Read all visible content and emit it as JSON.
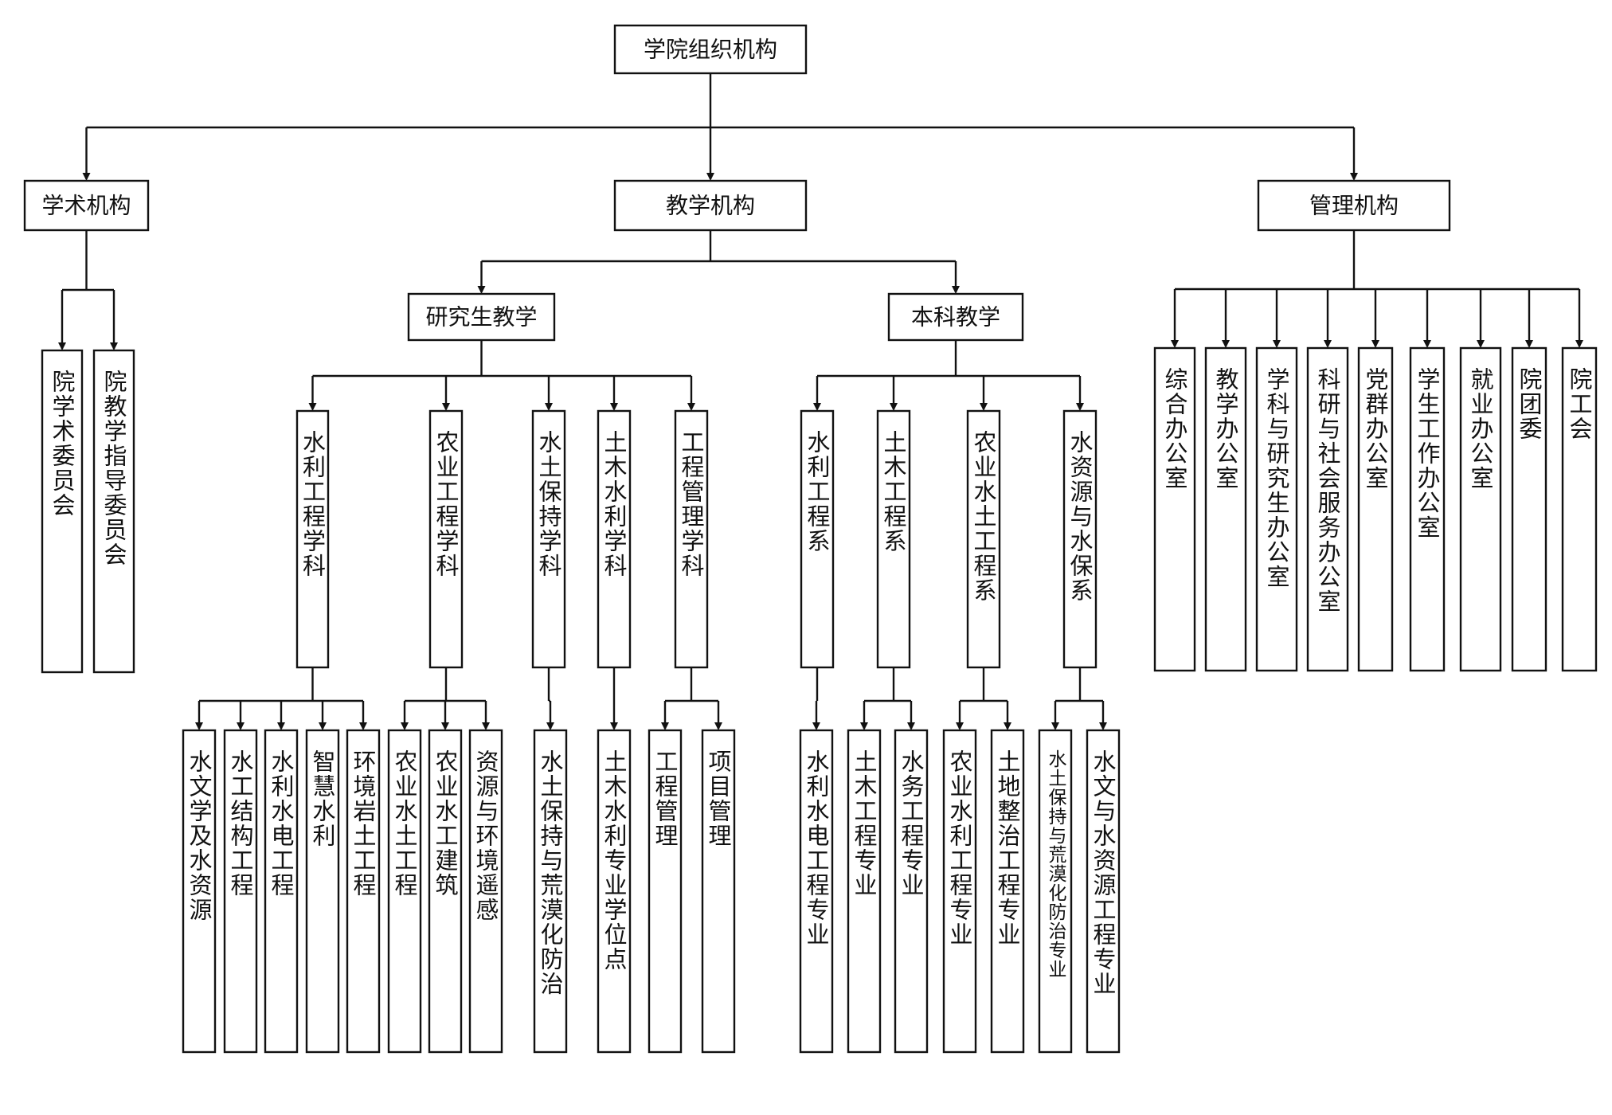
{
  "org_chart": {
    "root": {
      "id": "root",
      "label": "学院组织机构",
      "children": [
        {
          "id": "academic",
          "label": "学术机构",
          "children": [
            {
              "id": "academic-committee",
              "label": "院学术委员会"
            },
            {
              "id": "teaching-steering-committee",
              "label": "院教学指导委员会"
            }
          ]
        },
        {
          "id": "teaching",
          "label": "教学机构",
          "children": [
            {
              "id": "graduate",
              "label": "研究生教学",
              "children": [
                {
                  "id": "g-hydraulic-discipline",
                  "label": "水利工程学科",
                  "children": [
                    {
                      "id": "g-hydrology",
                      "label": "水文学及水资源"
                    },
                    {
                      "id": "g-hydraulic-structure",
                      "label": "水工结构工程"
                    },
                    {
                      "id": "g-hydropower",
                      "label": "水利水电工程"
                    },
                    {
                      "id": "g-smart-water",
                      "label": "智慧水利"
                    },
                    {
                      "id": "g-geotech",
                      "label": "环境岩土工程"
                    }
                  ]
                },
                {
                  "id": "g-agri-discipline",
                  "label": "农业工程学科",
                  "children": [
                    {
                      "id": "g-agri-soil-water",
                      "label": "农业水土工程"
                    },
                    {
                      "id": "g-agri-buildings",
                      "label": "农业水工建筑"
                    },
                    {
                      "id": "g-remote-sensing",
                      "label": "资源与环境遥感"
                    }
                  ]
                },
                {
                  "id": "g-soil-conservation-discipline",
                  "label": "水土保持学科",
                  "children": [
                    {
                      "id": "g-desertification",
                      "label": "水土保持与荒漠化防治"
                    }
                  ]
                },
                {
                  "id": "g-civil-discipline",
                  "label": "土木水利学科",
                  "children": [
                    {
                      "id": "g-civil-degree",
                      "label": "土木水利专业学位点"
                    }
                  ]
                },
                {
                  "id": "g-mgmt-discipline",
                  "label": "工程管理学科",
                  "children": [
                    {
                      "id": "g-engineering-mgmt",
                      "label": "工程管理"
                    },
                    {
                      "id": "g-project-mgmt",
                      "label": "项目管理"
                    }
                  ]
                }
              ]
            },
            {
              "id": "undergraduate",
              "label": "本科教学",
              "children": [
                {
                  "id": "u-hydraulic-dept",
                  "label": "水利工程系",
                  "children": [
                    {
                      "id": "u-hydropower-major",
                      "label": "水利水电工程专业"
                    }
                  ]
                },
                {
                  "id": "u-civil-dept",
                  "label": "土木工程系",
                  "children": [
                    {
                      "id": "u-civil-major",
                      "label": "土木工程专业"
                    },
                    {
                      "id": "u-water-affairs-major",
                      "label": "水务工程专业"
                    }
                  ]
                },
                {
                  "id": "u-agri-dept",
                  "label": "农业水土工程系",
                  "children": [
                    {
                      "id": "u-agri-water-major",
                      "label": "农业水利工程专业"
                    },
                    {
                      "id": "u-land-major",
                      "label": "土地整治工程专业"
                    }
                  ]
                },
                {
                  "id": "u-resources-dept",
                  "label": "水资源与水保系",
                  "children": [
                    {
                      "id": "u-soil-conservation-major",
                      "label": "水土保持与荒漠化防治专业"
                    },
                    {
                      "id": "u-hydrology-major",
                      "label": "水文与水资源工程专业"
                    }
                  ]
                }
              ]
            }
          ]
        },
        {
          "id": "management",
          "label": "管理机构",
          "children": [
            {
              "id": "general-office",
              "label": "综合办公室"
            },
            {
              "id": "teaching-office",
              "label": "教学办公室"
            },
            {
              "id": "discipline-office",
              "label": "学科与研究生办公室"
            },
            {
              "id": "research-office",
              "label": "科研与社会服务办公室"
            },
            {
              "id": "party-office",
              "label": "党群办公室"
            },
            {
              "id": "student-office",
              "label": "学生工作办公室"
            },
            {
              "id": "employment-office",
              "label": "就业办公室"
            },
            {
              "id": "youth-league",
              "label": "院团委"
            },
            {
              "id": "labor-union",
              "label": "院工会"
            }
          ]
        }
      ]
    }
  }
}
